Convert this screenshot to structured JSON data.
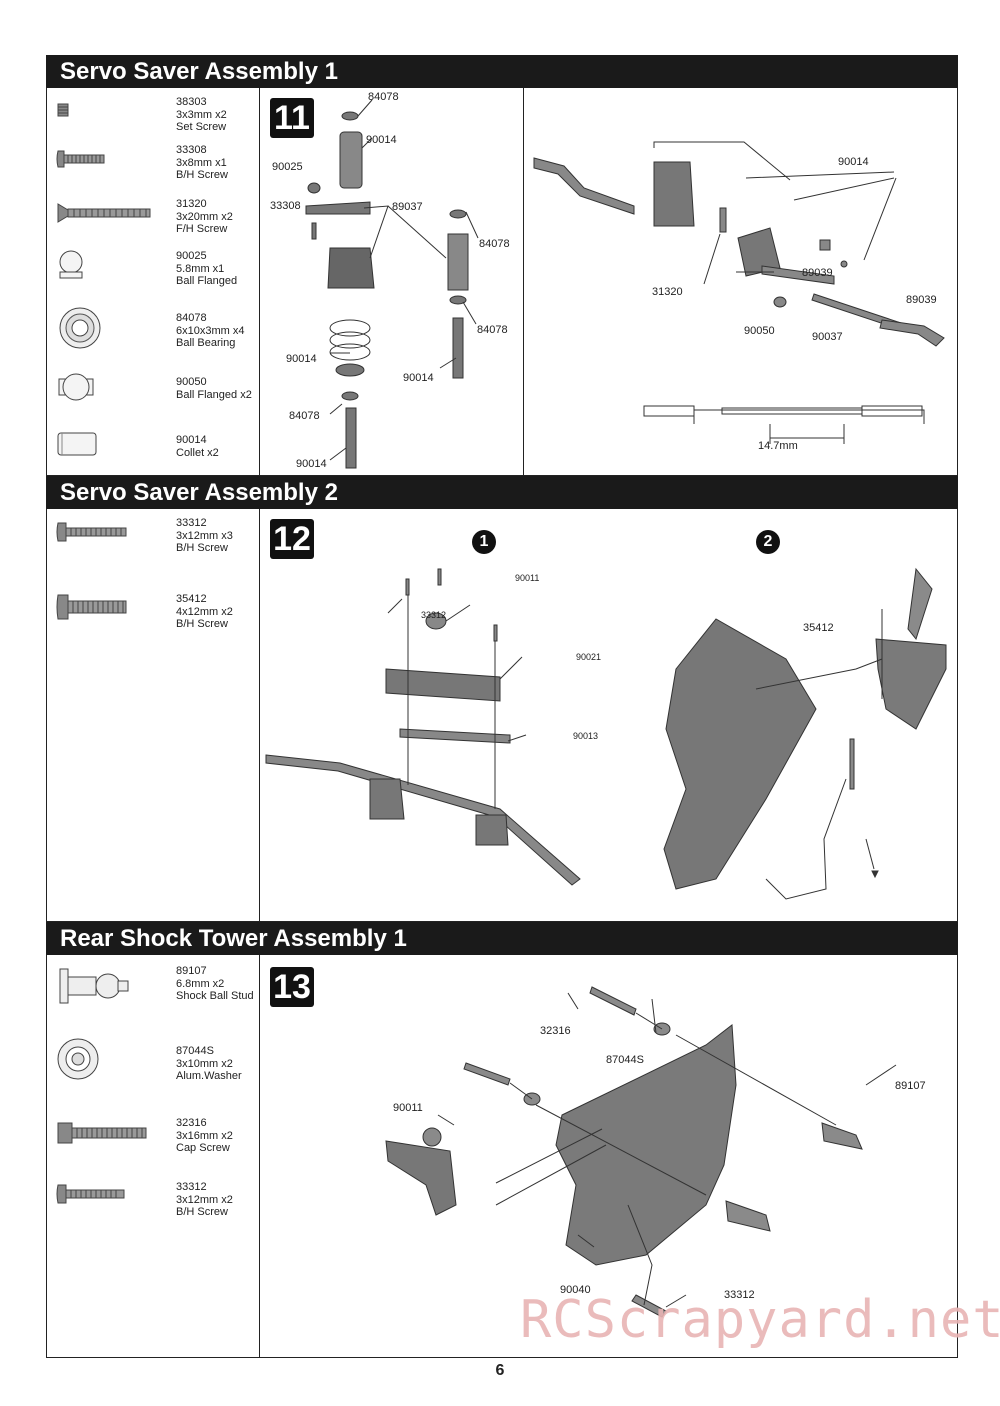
{
  "sections": [
    {
      "title": "Servo Saver Assembly 1",
      "step": "11",
      "parts": [
        {
          "code": "38303",
          "size": "3x3mm x2",
          "name": "Set Screw",
          "icon": "set-screw-icon"
        },
        {
          "code": "33308",
          "size": "3x8mm x1",
          "name": "B/H Screw",
          "icon": "bh-screw-icon"
        },
        {
          "code": "31320",
          "size": "3x20mm x2",
          "name": "F/H Screw",
          "icon": "fh-screw-icon"
        },
        {
          "code": "90025",
          "size": "5.8mm x1",
          "name": "Ball Flanged",
          "icon": "ball-flanged-icon"
        },
        {
          "code": "84078",
          "size": "6x10x3mm x4",
          "name": "Ball Bearing",
          "icon": "ball-bearing-icon"
        },
        {
          "code": "90050",
          "size": "",
          "name": "Ball Flanged x2",
          "icon": "ball-flanged-icon"
        },
        {
          "code": "90014",
          "size": "",
          "name": "Collet x2",
          "icon": "collet-icon"
        }
      ],
      "labels_a": [
        "84078",
        "90014",
        "90025",
        "33308",
        "89037",
        "84078",
        "84078",
        "90014",
        "90014",
        "84078",
        "90014"
      ],
      "labels_b": [
        "90014",
        "31320",
        "89039",
        "89039",
        "90050",
        "90037"
      ],
      "dimension": "14.7mm"
    },
    {
      "title": "Servo Saver Assembly 2",
      "step": "12",
      "parts": [
        {
          "code": "33312",
          "size": "3x12mm x3",
          "name": "B/H Screw",
          "icon": "bh-screw-icon"
        },
        {
          "code": "35412",
          "size": "4x12mm x2",
          "name": "B/H Screw",
          "icon": "bh-screw-icon"
        }
      ],
      "substeps": [
        "1",
        "2"
      ],
      "labels_a": [
        "90011",
        "33312",
        "90021",
        "90013"
      ],
      "labels_b": [
        "35412"
      ]
    },
    {
      "title": "Rear Shock Tower Assembly 1",
      "step": "13",
      "parts": [
        {
          "code": "89107",
          "size": "6.8mm x2",
          "name": "Shock Ball Stud",
          "icon": "shock-ball-stud-icon"
        },
        {
          "code": "87044S",
          "size": "3x10mm x2",
          "name": "Alum.Washer",
          "icon": "washer-icon"
        },
        {
          "code": "32316",
          "size": "3x16mm x2",
          "name": "Cap Screw",
          "icon": "cap-screw-icon"
        },
        {
          "code": "33312",
          "size": "3x12mm x2",
          "name": "B/H Screw",
          "icon": "bh-screw-icon"
        }
      ],
      "labels": [
        "32316",
        "87044S",
        "89107",
        "90011",
        "90040",
        "33312"
      ]
    }
  ],
  "page_number": "6",
  "watermark": "RCScrapyard.net"
}
